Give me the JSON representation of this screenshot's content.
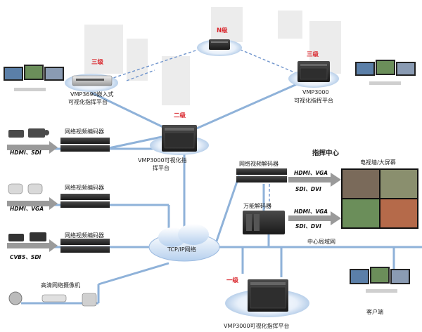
{
  "nodes": {
    "n_level": "N级",
    "level3_left": "三级",
    "level3_right": "三级",
    "level2": "二级",
    "level1": "一级",
    "vmp3690": [
      "VMP3690嵌入式",
      "可视化指挥平台"
    ],
    "vmp3000_right": [
      "VMP3000",
      "可视化指挥平台"
    ],
    "vmp3000_center": [
      "VMP3000可视化指",
      "挥平台"
    ],
    "vmp3000_bottom": "VMP3000可视化指挥平台"
  },
  "inputs": {
    "encoder1": "网络视频编码器",
    "encoder1_in": "HDMI、SDI",
    "encoder2": "网络视频编码器",
    "encoder2_in": "HDMI、VGA",
    "encoder3": "网络视频编码器",
    "encoder3_in": "CVBS、SDI",
    "hd_cameras": "高清网络摄像机"
  },
  "command_center": {
    "title": "指挥中心",
    "decoder": "网络视频解码器",
    "universal_decoder": "万能解码器",
    "out1a": "HDMI、VGA",
    "out1b": "SDI、DVI",
    "out2a": "HDMI、VGA",
    "out2b": "SDI、DVI",
    "video_wall": "电视墙/大屏幕",
    "lan": "中心局域网"
  },
  "network": {
    "cloud": "TCP/IP网络"
  },
  "client": {
    "label": "客户端"
  },
  "colors": {
    "line": "#8fb2d9",
    "dashed": "#6f94cc",
    "accent": "#d9252b",
    "halo": "#cfe0f2"
  }
}
